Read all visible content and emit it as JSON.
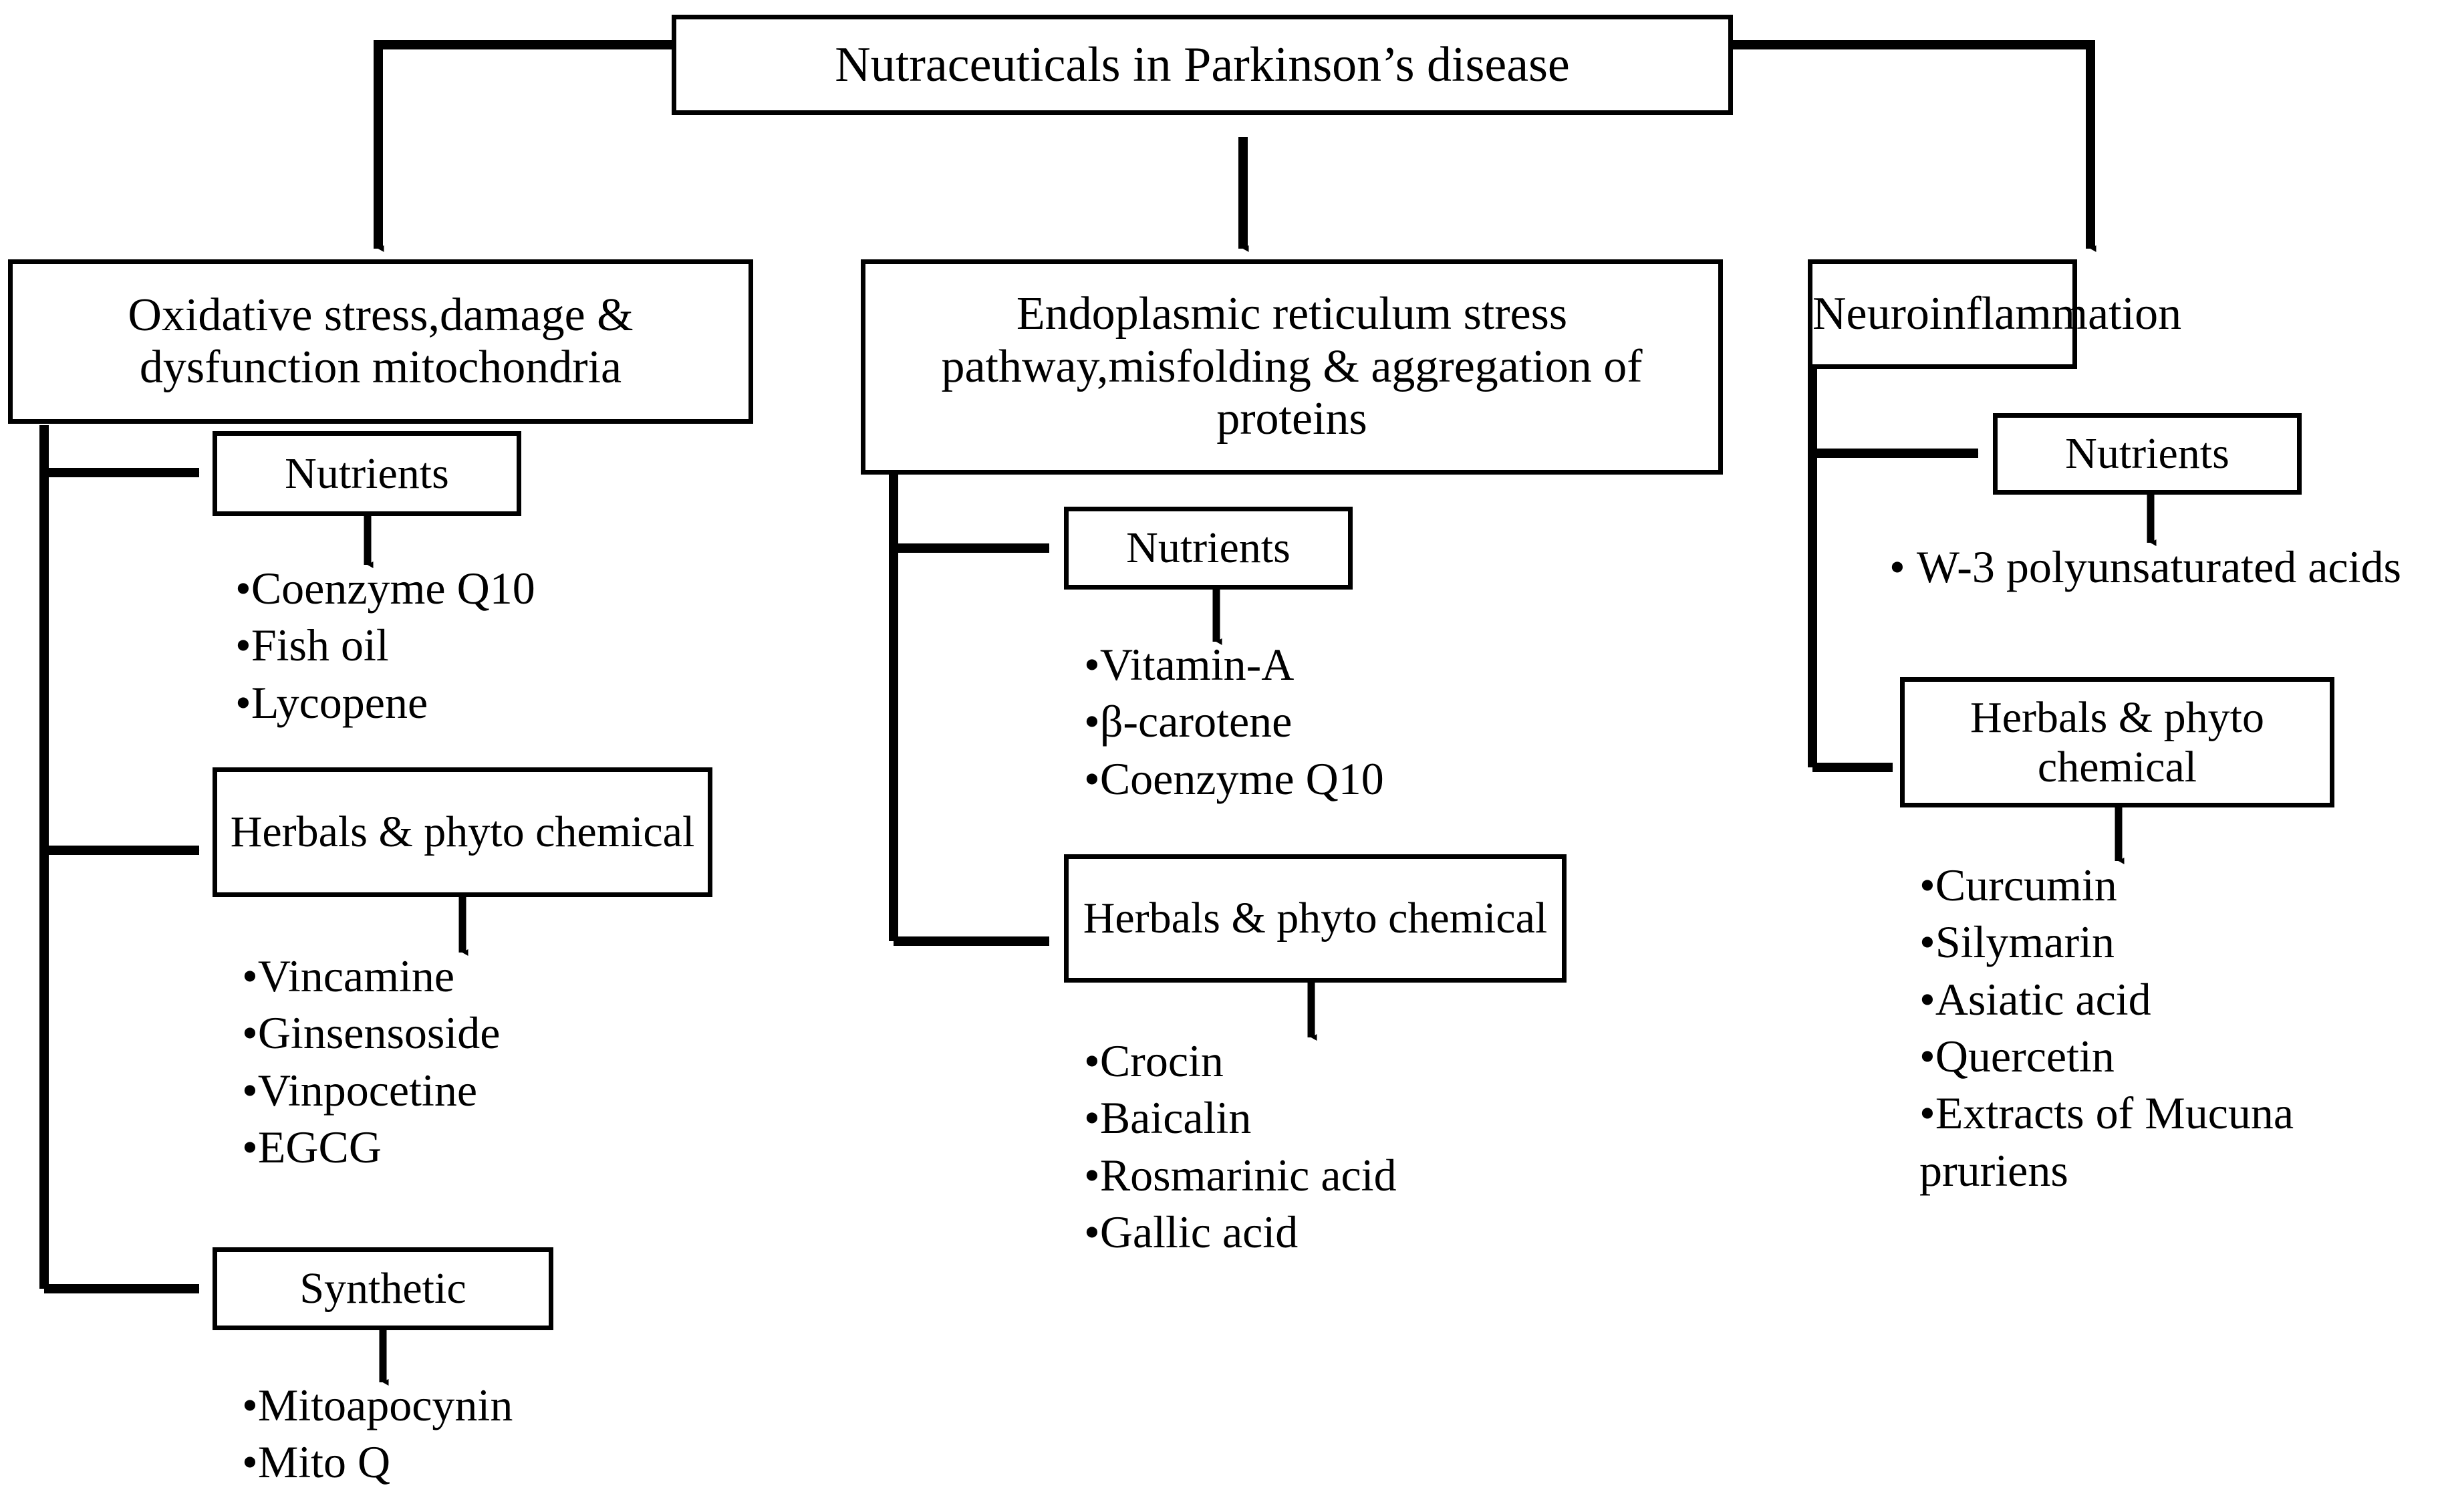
{
  "title": {
    "label": "Nutraceuticals in Parkinson’s disease"
  },
  "columns": [
    {
      "id": "oxidative",
      "root_label": "Oxidative stress,damage & dysfunction mitochondria",
      "groups": [
        {
          "id": "nutrients",
          "label": "Nutrients",
          "items": [
            "Coenzyme Q10",
            "Fish oil",
            "Lycopene"
          ]
        },
        {
          "id": "herbals",
          "label": "Herbals & phyto chemical",
          "items": [
            "Vincamine",
            "Ginsensoside",
            "Vinpocetine",
            "EGCG"
          ]
        },
        {
          "id": "synthetic",
          "label": "Synthetic",
          "items": [
            "Mitoapocynin",
            "Mito Q"
          ]
        }
      ]
    },
    {
      "id": "er-stress",
      "root_label": "Endoplasmic reticulum stress pathway,misfolding & aggregation of proteins",
      "groups": [
        {
          "id": "nutrients",
          "label": "Nutrients",
          "items": [
            "Vitamin-A",
            "β-carotene",
            "Coenzyme Q10"
          ]
        },
        {
          "id": "herbals",
          "label": "Herbals & phyto chemical",
          "items": [
            "Crocin",
            "Baicalin",
            "Rosmarinic acid",
            "Gallic acid"
          ]
        }
      ]
    },
    {
      "id": "neuroinflammation",
      "root_label": "Neuroinflammation",
      "groups": [
        {
          "id": "nutrients",
          "label": "Nutrients",
          "items": [
            "W-3 polyunsaturated acids"
          ]
        },
        {
          "id": "herbals",
          "label": "Herbals & phyto chemical",
          "items": [
            "Curcumin",
            "Silymarin",
            "Asiatic acid",
            "Quercetin",
            "Extracts of Mucuna pruriens"
          ]
        }
      ]
    }
  ],
  "bullet_glyph": "•",
  "colors": {
    "stroke": "#000000",
    "background": "#ffffff",
    "text": "#000000"
  }
}
